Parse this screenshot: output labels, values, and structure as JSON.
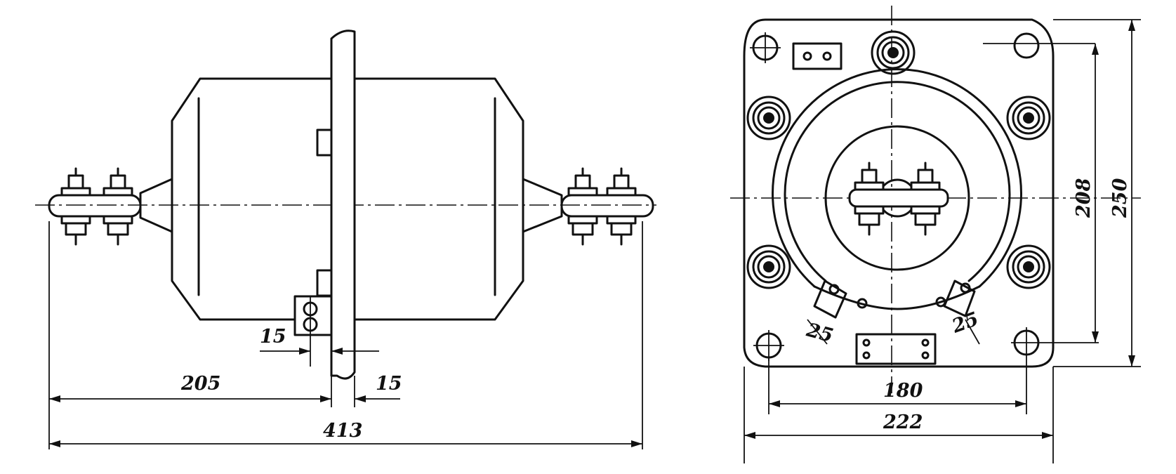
{
  "side_view": {
    "dimensions": {
      "gap_left": "15",
      "gap_right": "15",
      "half_length": "205",
      "total_length": "413"
    }
  },
  "front_view": {
    "dimensions": {
      "hole_spacing_width": "180",
      "overall_width": "222",
      "hole_spacing_height": "208",
      "overall_height": "250",
      "slot_left": "25",
      "slot_right": "25"
    }
  }
}
